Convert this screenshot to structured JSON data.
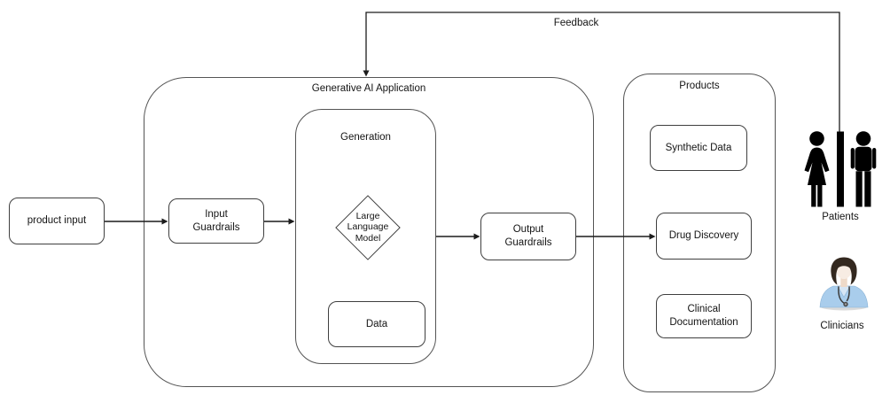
{
  "diagram": {
    "feedback": {
      "label": "Feedback"
    },
    "containers": {
      "genai": {
        "label": "Generative AI Application"
      },
      "generation": {
        "label": "Generation"
      },
      "products": {
        "label": "Products"
      }
    },
    "nodes": {
      "product_input": {
        "label": "product input"
      },
      "input_guardrails": {
        "label": "Input\nGuardrails"
      },
      "llm": {
        "label": "Large\nLanguage\nModel",
        "shape": "diamond"
      },
      "data": {
        "label": "Data"
      },
      "output_guardrails": {
        "label": "Output\nGuardrails"
      },
      "synthetic_data": {
        "label": "Synthetic Data"
      },
      "drug_discovery": {
        "label": "Drug Discovery"
      },
      "clinical_documentation": {
        "label": "Clinical\nDocumentation"
      }
    },
    "actors": {
      "patients": {
        "label": "Patients",
        "icon": "male-female-restroom-icon"
      },
      "clinicians": {
        "label": "Clinicians",
        "icon": "clinician-avatar-icon"
      }
    },
    "connections": [
      {
        "from": "product_input",
        "to": "input_guardrails"
      },
      {
        "from": "input_guardrails",
        "to": "generation"
      },
      {
        "from": "generation",
        "to": "output_guardrails"
      },
      {
        "from": "output_guardrails",
        "to": "drug_discovery"
      },
      {
        "from": "patients",
        "to": "genai",
        "label": "Feedback"
      }
    ],
    "colors": {
      "background": "#ffffff",
      "line": "#1c1c1c",
      "box_border": "#3f3f3f",
      "container_border": "#545454",
      "actor_icon": "#000000",
      "clinician_scrub": "#a9cdec",
      "clinician_hair": "#33281f",
      "clinician_skin": "#f7ece3"
    }
  }
}
